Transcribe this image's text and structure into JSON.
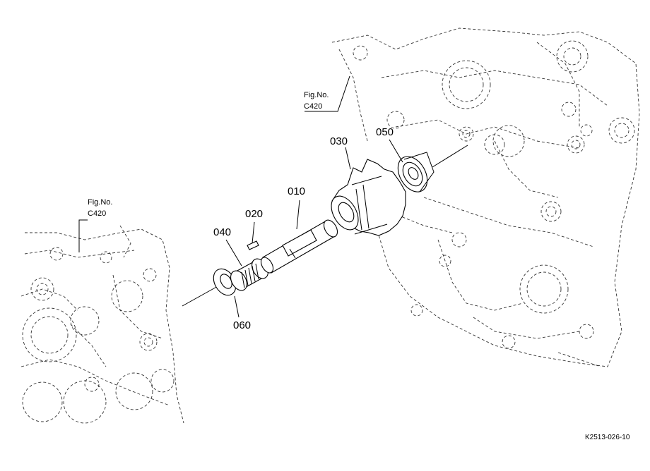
{
  "part_labels": {
    "p010": "010",
    "p020": "020",
    "p030": "030",
    "p040": "040",
    "p050": "050",
    "p060": "060"
  },
  "references": {
    "upper": {
      "line1": "Fig.No.",
      "line2": "C420"
    },
    "left": {
      "line1": "Fig.No.",
      "line2": "C420"
    }
  },
  "drawing_code": "K2513-026-10"
}
